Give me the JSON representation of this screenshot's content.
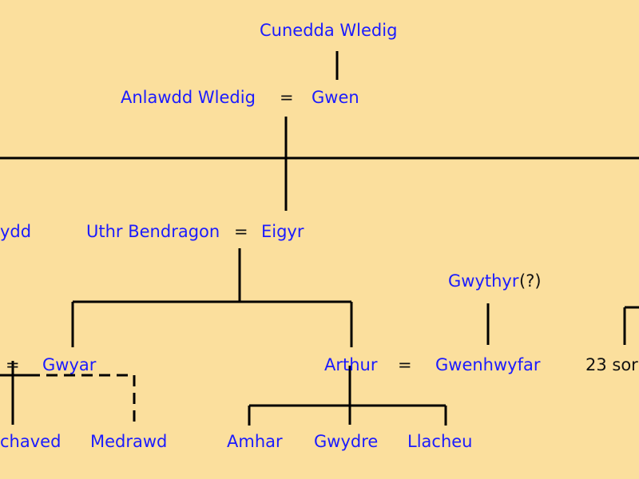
{
  "colors": {
    "background": "#fbdf9d",
    "person_link": "#1b1bff",
    "plain_text": "#111111",
    "lines": "#000000"
  },
  "people": {
    "cunedda": "Cunedda Wledig",
    "anlawdd": "Anlawdd Wledig",
    "gwen": "Gwen",
    "ydd_partial": "ydd",
    "uthr": "Uthr Bendragon",
    "eigyr": "Eigyr",
    "gwythyr": "Gwythyr",
    "gwyar": "Gwyar",
    "arthur": "Arthur",
    "gwenhwyfar": "Gwenhwyfar",
    "chaved_partial": "chaved",
    "medrawd": "Medrawd",
    "amhar": "Amhar",
    "gwydre": "Gwydre",
    "llacheu": "Llacheu"
  },
  "text": {
    "equals": "=",
    "uncertain_mark": "(?)",
    "sons_partial": "23 sor"
  }
}
